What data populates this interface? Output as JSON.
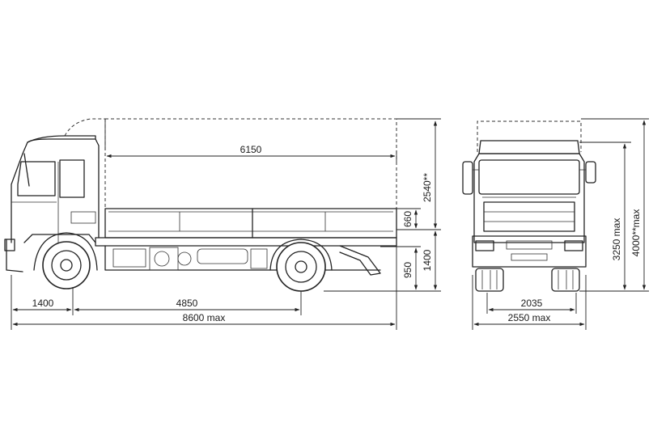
{
  "side_view": {
    "dims": {
      "body_length": "6150",
      "body_height": "2540**",
      "side_board": "660",
      "frame_height": "950",
      "platform_height": "1400",
      "front_overhang": "1400",
      "wheelbase": "4850",
      "overall_length": "8600 max"
    }
  },
  "front_view": {
    "dims": {
      "cab_height": "3250 max",
      "overall_height": "4000**max",
      "track": "2035",
      "overall_width": "2550 max"
    }
  }
}
